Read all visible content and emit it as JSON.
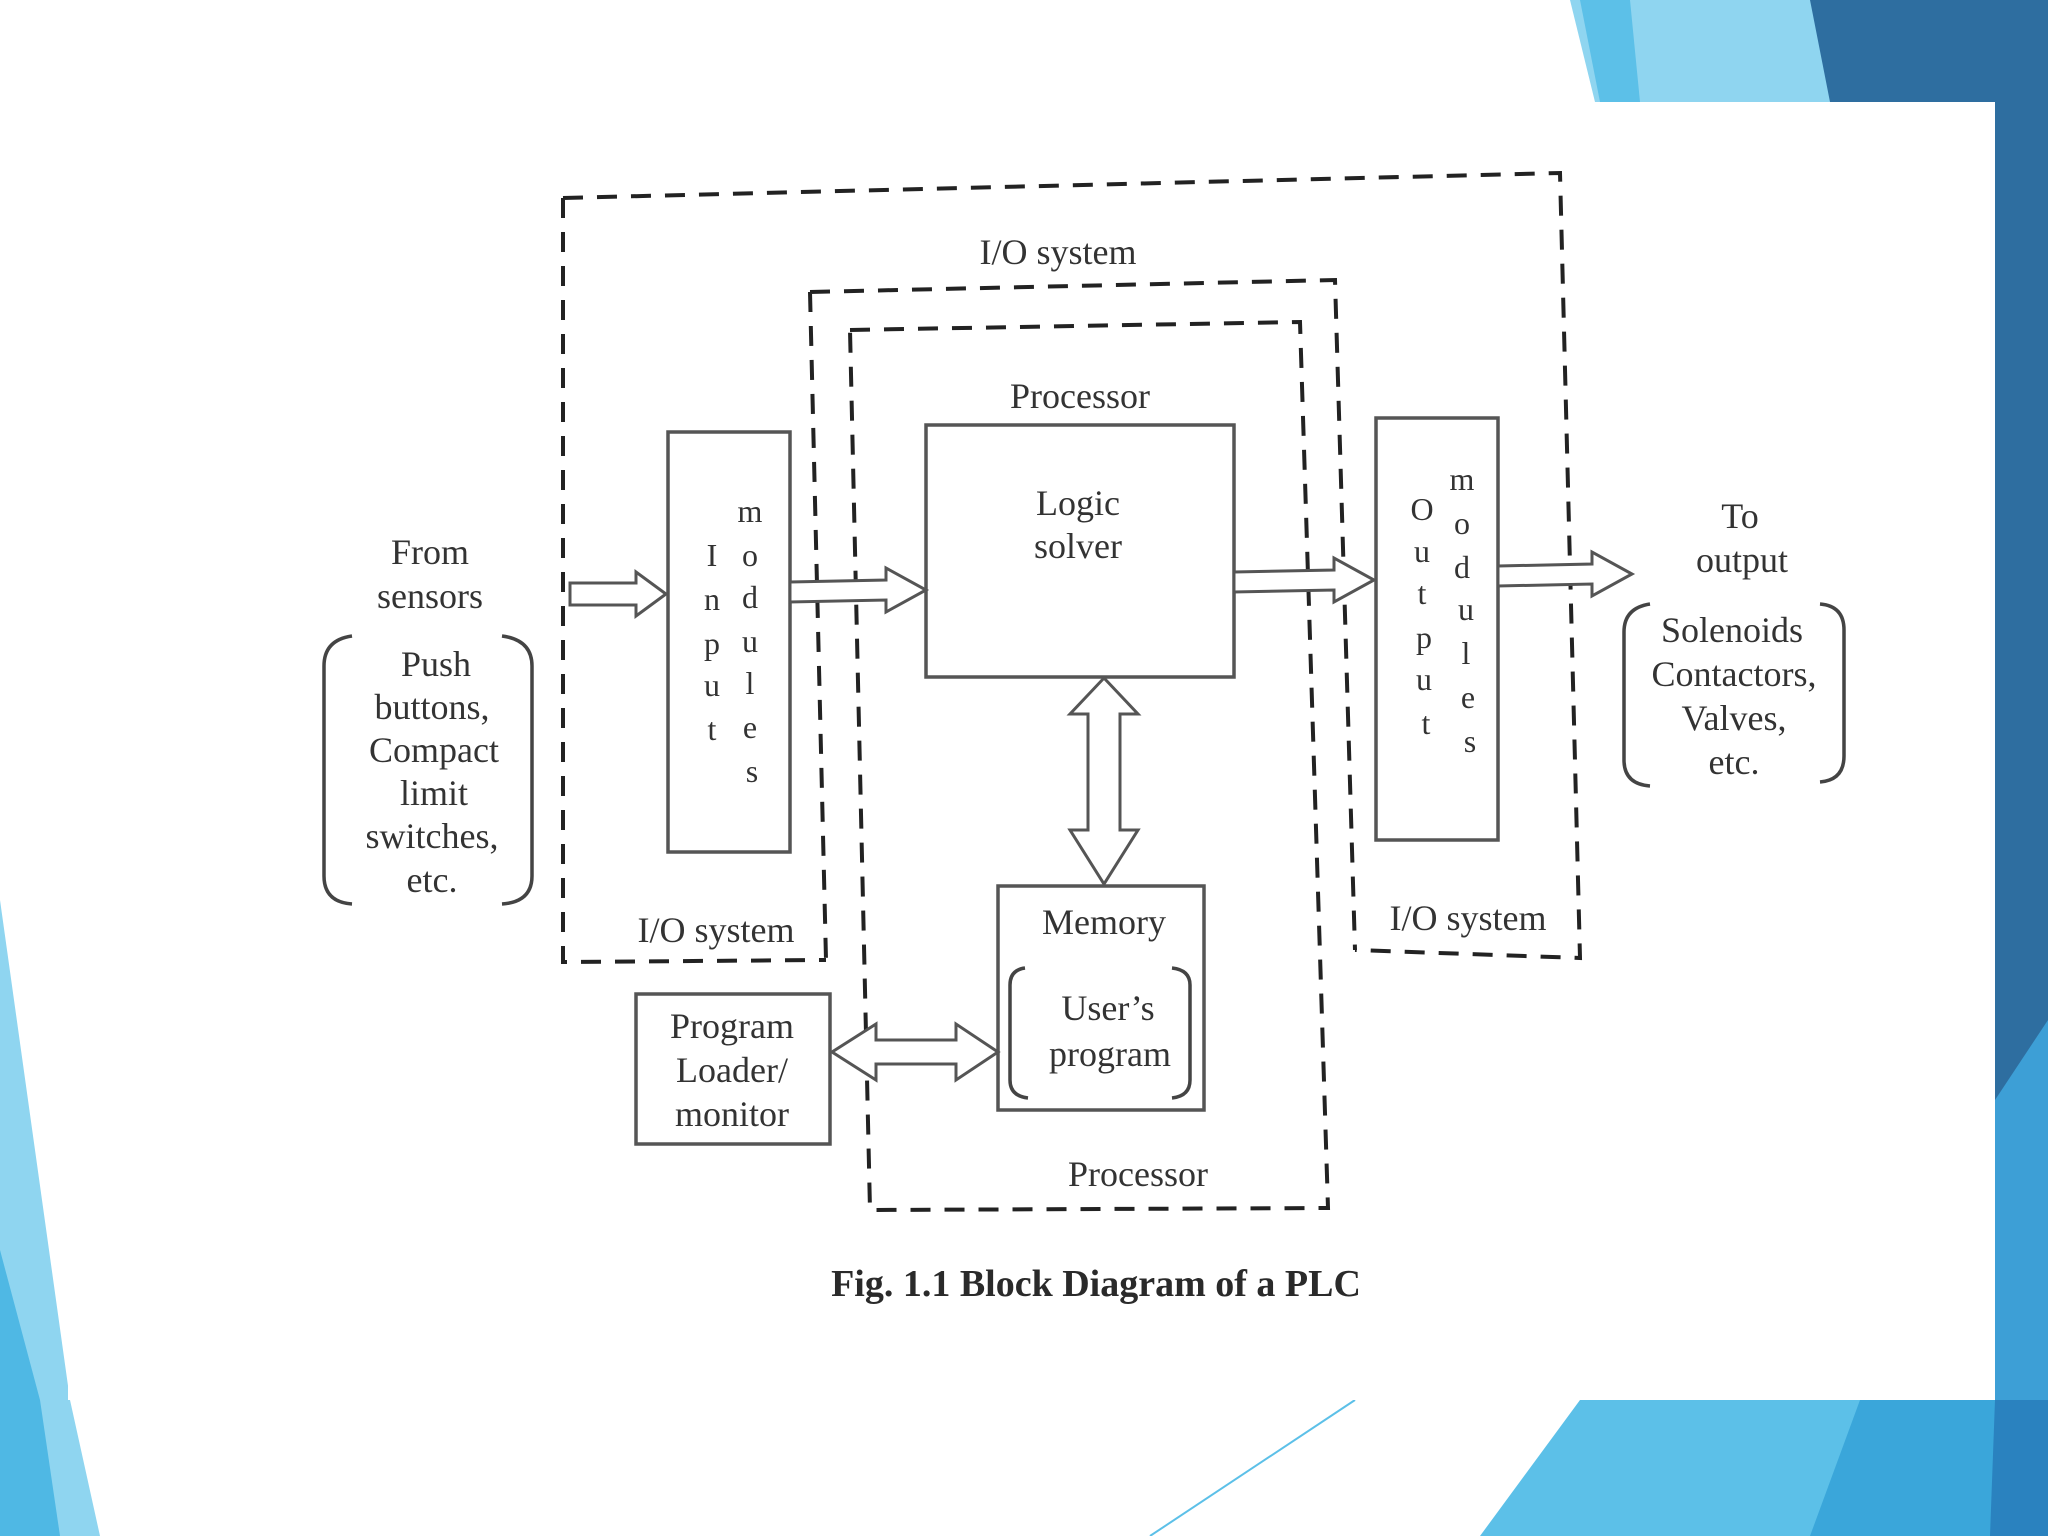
{
  "colors": {
    "background": "#ffffff",
    "accent_light": "#8fd5f0",
    "accent_mid": "#4fb8e4",
    "accent_dark": "#2a72a5",
    "line": "#444444"
  },
  "diagram": {
    "io_system_top": "I/O system",
    "io_system_left": "I/O system",
    "io_system_right": "I/O system",
    "processor_top": "Processor",
    "processor_bottom": "Processor",
    "input_modules": {
      "column1": [
        "I",
        "n",
        "p",
        "u",
        "t"
      ],
      "column2": [
        "m",
        "o",
        "d",
        "u",
        "l",
        "e",
        "s"
      ]
    },
    "output_modules": {
      "column1": [
        "O",
        "u",
        "t",
        "p",
        "u",
        "t"
      ],
      "column2": [
        "m",
        "o",
        "d",
        "u",
        "l",
        "e",
        "s"
      ]
    },
    "logic_solver": [
      "Logic",
      "solver"
    ],
    "memory": "Memory",
    "users_program": [
      "User’s",
      "program"
    ],
    "program_loader": [
      "Program",
      "Loader/",
      "monitor"
    ],
    "from_sensors": [
      "From",
      "sensors"
    ],
    "sensors_list": [
      "Push",
      "buttons,",
      "Compact",
      "limit",
      "switches,",
      "etc."
    ],
    "to_output": [
      "To",
      "output"
    ],
    "outputs_list": [
      "Solenoids",
      "Contactors,",
      "Valves,",
      "etc."
    ],
    "caption": "Fig. 1.1 Block Diagram of a PLC"
  }
}
